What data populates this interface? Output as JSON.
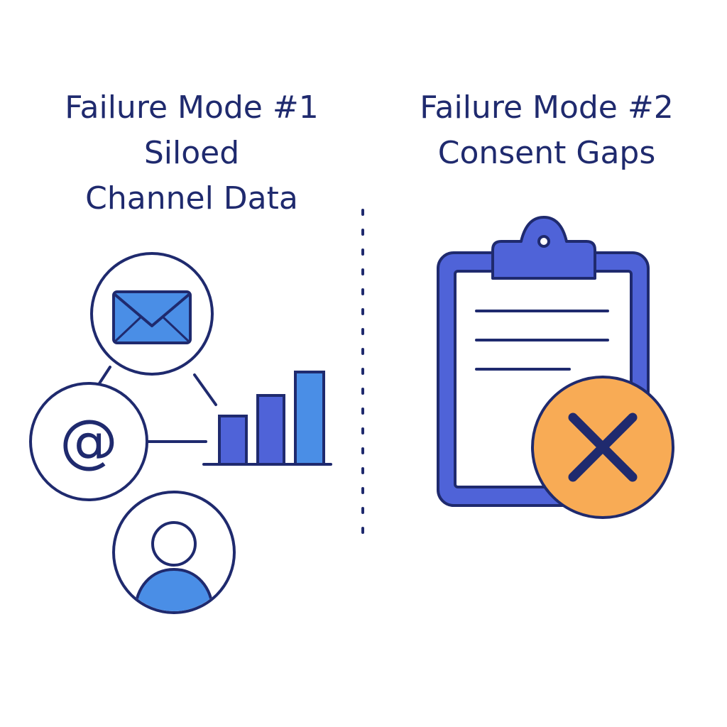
{
  "left_panel": {
    "title_line1": "Failure Mode #1",
    "title_line2": "Siloed",
    "title_line3": "Channel Data",
    "at_symbol": "@"
  },
  "right_panel": {
    "title_line1": "Failure Mode #2",
    "title_line2": "Consent Gaps"
  },
  "colors": {
    "navy": "#1f2a6e",
    "blue": "#4f63d8",
    "light_blue": "#4a8ee6",
    "orange": "#f8ab55"
  }
}
